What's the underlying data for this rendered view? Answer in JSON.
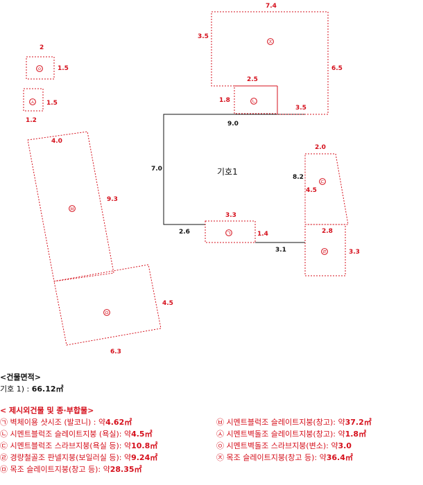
{
  "plan": {
    "main_label": "기호1",
    "main_dims": {
      "top": "9.0",
      "left": "7.0",
      "bottom_left": "2.6",
      "bottom_right": "3.1",
      "right": "8.2"
    },
    "structures": [
      {
        "marker": "㉠",
        "dims": {
          "top": "3.3",
          "right": "1.4"
        }
      },
      {
        "marker": "㉡",
        "dims": {
          "top": "2.5",
          "left": "1.8"
        }
      },
      {
        "marker": "㉢",
        "dims": {
          "top": "2.0",
          "left": "4.5"
        }
      },
      {
        "marker": "㉣",
        "dims": {
          "top": "2.8",
          "right": "3.3"
        }
      },
      {
        "marker": "㉤",
        "dims": {
          "right": "4.5",
          "bottom": "6.3"
        }
      },
      {
        "marker": "㉥",
        "dims": {
          "top": "4.0",
          "right": "9.3"
        }
      },
      {
        "marker": "㉦",
        "dims": {
          "right": "1.5",
          "bottom": "1.2"
        }
      },
      {
        "marker": "㉧",
        "dims": {
          "top": "2",
          "right": "1.5"
        }
      },
      {
        "marker": "㉨",
        "dims": {
          "top": "7.4",
          "left": "3.5",
          "right": "6.5",
          "bottom": "3.5"
        }
      }
    ]
  },
  "legend": {
    "area_heading": "<건물면적>",
    "area_label": "기호 1) : ",
    "area_value": "66.12㎡",
    "other_heading": "< 제시외건물 및 종·부합물>",
    "items": [
      {
        "text": "㉠ 벽체이용 샷시조 (발코니) : 약",
        "value": "4.62㎡"
      },
      {
        "text": "㉥ 시멘트블럭조 슬레이트지붕(창고): 약",
        "value": "37.2㎡"
      },
      {
        "text": "㉡ 시멘트블럭조 슬레이트지붕 (욕실): 약",
        "value": "4.5㎡"
      },
      {
        "text": "㉦ 시멘트벽돌조 슬레이트지붕(창고): 약",
        "value": "1.8㎡"
      },
      {
        "text": "㉢ 시멘트블럭조 스라브지붕(욕실 등): 약",
        "value": "10.8㎡"
      },
      {
        "text": "㉧ 시멘트벽돌조 스라브지붕(변소): 약",
        "value": "3.0"
      },
      {
        "text": "㉣ 경량철골조 판넬지붕(보일러실 등): 약",
        "value": "9.24㎡"
      },
      {
        "text": "㉨ 목조 슬레이트지붕(창고 등): 약",
        "value": "36.4㎡"
      },
      {
        "text": "㉤ 목조 슬레이트지붕(창고 등): 약",
        "value": "28.35㎡"
      }
    ]
  }
}
